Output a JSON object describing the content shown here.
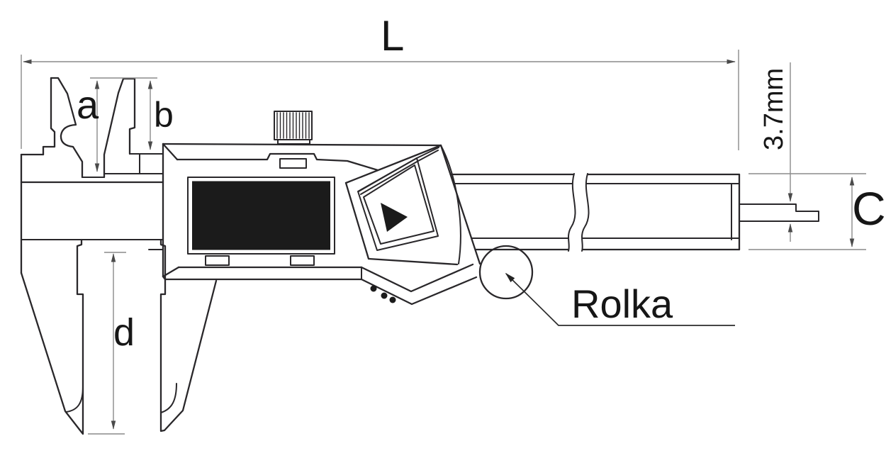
{
  "diagram": {
    "type": "technical-drawing",
    "subject": "digital-caliper",
    "labels": {
      "overall_length": "L",
      "upper_jaw_a": "a",
      "upper_jaw_b": "b",
      "lower_jaw_depth": "d",
      "beam_width": "C",
      "rod_thickness": "3.7mm",
      "roller": "Rolka"
    },
    "colors": {
      "outline": "#29272a",
      "dimension": "#8a8a8a",
      "ink": "#161616",
      "lcd": "#1b1b1b",
      "background": "#ffffff"
    }
  }
}
